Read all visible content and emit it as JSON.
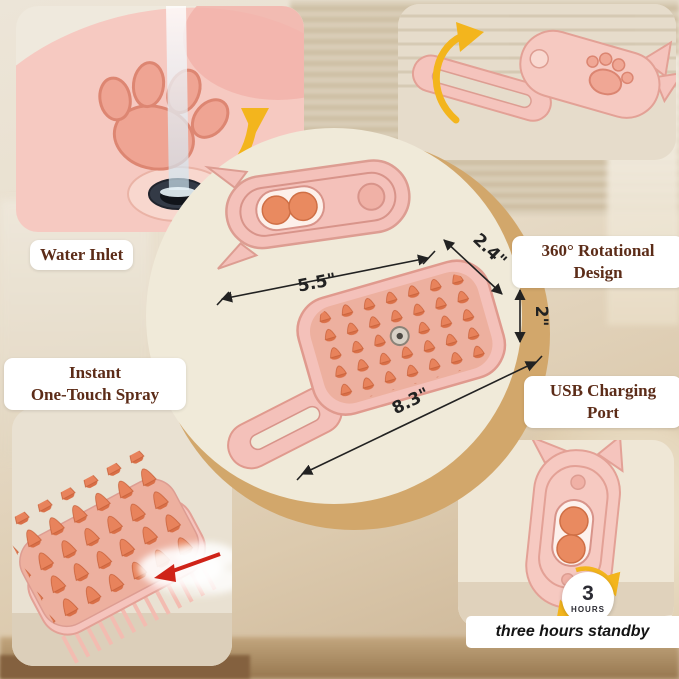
{
  "callouts": {
    "water_inlet": "Water Inlet",
    "rotational": [
      "360° Rotational",
      "Design"
    ],
    "spray": [
      "Instant",
      "One-Touch Spray"
    ],
    "usb": [
      "USB Charging",
      "Port"
    ],
    "standby": "three hours standby"
  },
  "dimensions": {
    "top_width": "5.5\"",
    "depth": "2.4\"",
    "height": "2\"",
    "length": "8.3\""
  },
  "badge": {
    "number": "3",
    "unit": "HOURS"
  },
  "colors": {
    "product_pink": "#f6c9c1",
    "silicone_coral": "#e8835c",
    "circle_tan": "#d2a76b",
    "circle_cream": "#f0ead9",
    "label_brown": "#5c2c18",
    "arrow_yellow": "#f3b51d",
    "spray_arrow_red": "#cf2318"
  }
}
